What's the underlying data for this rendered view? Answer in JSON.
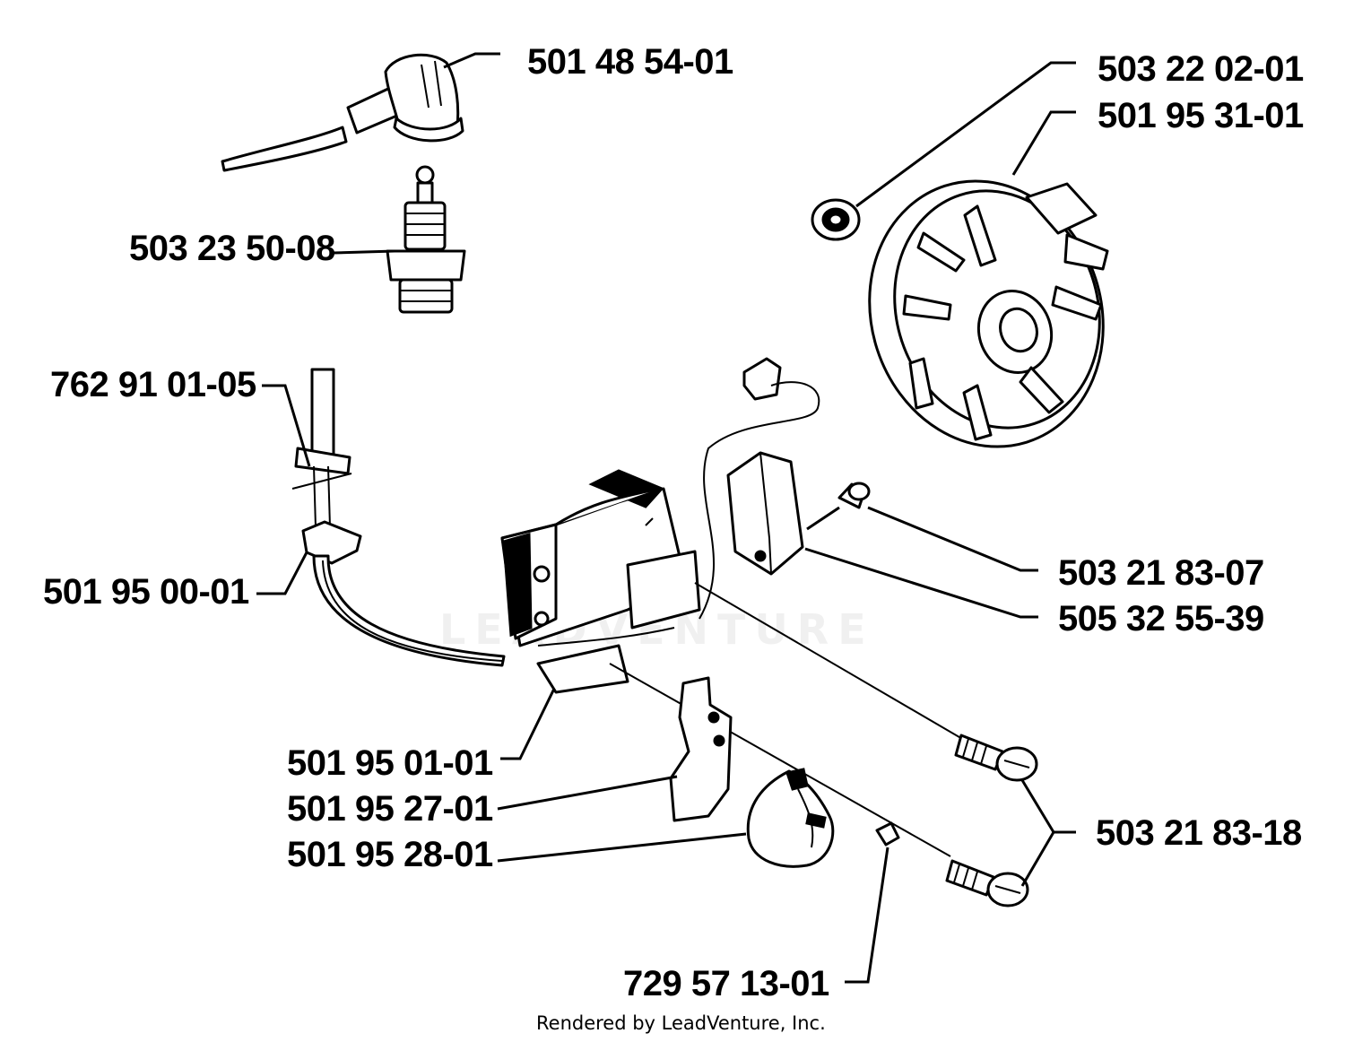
{
  "diagram": {
    "callouts": [
      {
        "id": "plug-cap",
        "label": "501 48 54-01"
      },
      {
        "id": "spark-plug",
        "label": "503 23 50-08"
      },
      {
        "id": "nut",
        "label": "503 22 02-01"
      },
      {
        "id": "flywheel",
        "label": "501 95 31-01"
      },
      {
        "id": "terminal",
        "label": "762 91 01-05"
      },
      {
        "id": "grommet",
        "label": "501 95 00-01"
      },
      {
        "id": "screw-small",
        "label": "503 21 83-07"
      },
      {
        "id": "switch-module",
        "label": "505 32 55-39"
      },
      {
        "id": "ignition-coil",
        "label": "501 95 01-01"
      },
      {
        "id": "bracket",
        "label": "501 95 27-01"
      },
      {
        "id": "cover",
        "label": "501 95 28-01"
      },
      {
        "id": "screws",
        "label": "503 21 83-18"
      },
      {
        "id": "clip",
        "label": "729 57 13-01"
      }
    ],
    "watermark": "LEADVENTURE",
    "credit": "Rendered by LeadVenture, Inc."
  },
  "colors": {
    "ink": "#000000",
    "background": "#ffffff"
  }
}
